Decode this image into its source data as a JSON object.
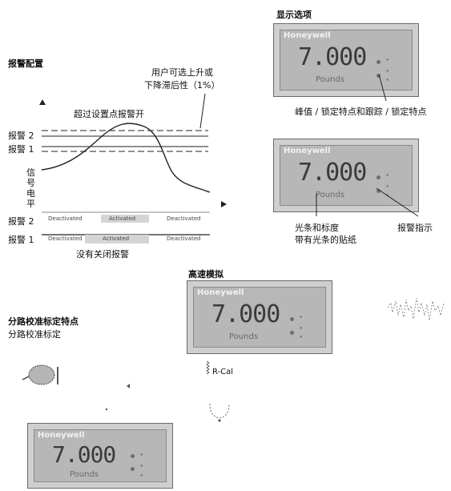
{
  "sections": {
    "display_options": "显示选项",
    "alarm_config": "报警配置",
    "high_speed": "高速模拟",
    "shunt_cal_feature": "分路校准标定特点",
    "shunt_cal_sub": "分路校准标定"
  },
  "panel": {
    "brand": "Honeywell",
    "reading": "7.000",
    "unit": "Pounds"
  },
  "display_labels": {
    "peak": "峰值 / 锁定特点和跟踪 / 锁定特点",
    "bar_line1": "光条和标度",
    "bar_line2": "带有光条的贴纸",
    "alarm_indicator": "报警指示"
  },
  "alarm_chart": {
    "hysteresis_line1": "用户可选上升或",
    "hysteresis_line2": "下降滞后性（1%）",
    "setpoint_on": "超过设置点报警开",
    "alarm2": "报警 2",
    "alarm1": "报警 1",
    "signal_level": "信号电平",
    "alarm2_row": "报警 2",
    "alarm1_row": "报警 1",
    "row2_states": [
      "Deactivated",
      "Activated",
      "Deactivated"
    ],
    "row1_states": [
      "Deactivated",
      "Activated",
      "Deactivated"
    ],
    "no_close": "没有关闭报警"
  },
  "shunt": {
    "rcal": "R-Cal"
  },
  "colors": {
    "panel": "#cfcfd0",
    "screen": "#b7b7b8",
    "brand": "#f2f2f2",
    "active": "#c9c9c9"
  }
}
